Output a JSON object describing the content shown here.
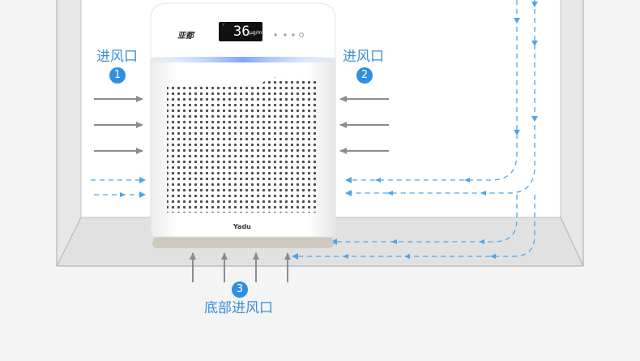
{
  "inlets": [
    {
      "number": "1",
      "label": "进风口"
    },
    {
      "number": "2",
      "label": "进风口"
    },
    {
      "number": "3",
      "label": "底部进风口"
    }
  ],
  "device": {
    "logo_text": "亚都",
    "brand": "Yadu",
    "display_value": "36",
    "display_unit": "μg/m³"
  },
  "colors": {
    "accent": "#2f8fe0",
    "airflow": "#4aa6ee",
    "arrow_gray": "#8c8c8c",
    "light_bar": "#8fb8ff"
  }
}
